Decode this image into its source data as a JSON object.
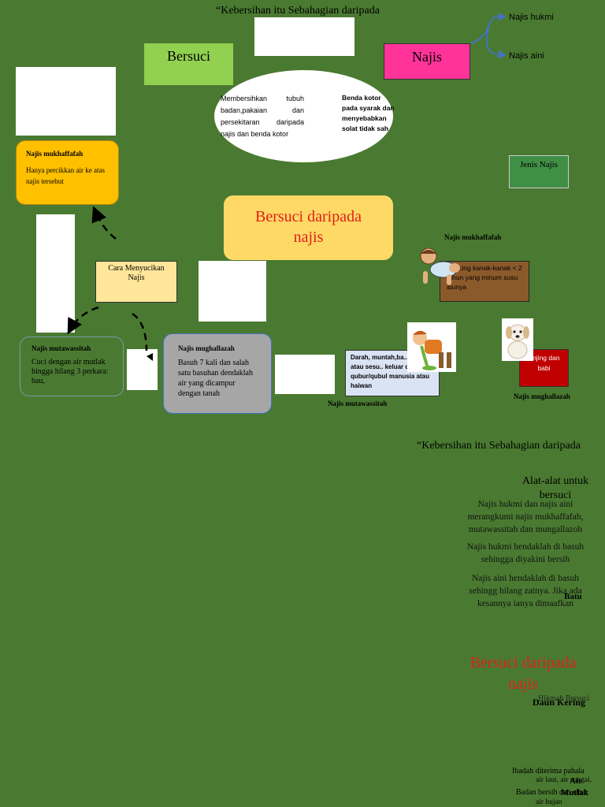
{
  "top_quote": "“Kebersihan itu Sebahagian daripada",
  "bersuci_label": "Bersuci",
  "najis_label": "Najis",
  "najis_types": {
    "hukmi": "Najis hukmi",
    "aini": "Najis aini"
  },
  "oval": {
    "left": "Membersihkan tubuh badan,pakaian dan persekitaran daripada najis dan benda kotor",
    "right": "Benda kotor pada syarak dan menyebabkan solat tidak sah"
  },
  "center_title": "Bersuci daripada najis",
  "jenis_najis": "Jenis Najis",
  "cara": "Cara Menyucikan Najis",
  "boxes": {
    "mukhaffafah": {
      "title": "Najis mukhaffafah",
      "body": "Hanya percikkan air ke atas najis tersebut"
    },
    "mutawassitah": {
      "title": "Najis mutawassitah",
      "body": "Cuci dengan air mutlak hingga hilang 3 perkara: bau,"
    },
    "mughallazah": {
      "title": "Najis mughallazah",
      "body": "Basuh 7 kali dan salah satu basuhan dendaklah air yang dicampur dengan tanah"
    }
  },
  "examples": {
    "mukhaffafah_title": "Najis mukhaffafah",
    "mukhaffafah_body": "Kencing kanak-kanak < 2 tahun yang minum susu ibunya",
    "mutawassitah_body": "Darah, muntah,ba.. haiwan atau sesu.. keluar dari qubur/qubul manusia atau haiwan",
    "mutawassitah_title": "Najis mutawassitah",
    "mughallazah_body": "Anjing dan babi",
    "mughallazah_title": "Najis mughallazah"
  },
  "second_quote": "“Kebersihan itu Sebahagian daripada",
  "alat": "Alat-alat untuk bersuci",
  "notes": [
    "Najis hukmi dan najis aini merangkumi najis mukhaffafah, mutawassitah dan mungallazoh",
    "Najis hukmi hendaklah di basuh sehingga diyakini bersih",
    "Najis aini hendaklah di basuh sehingg hilang zatnya. Jika ada kesannya ianya dimaafkan"
  ],
  "batu": "Batu",
  "bottom_title": "Bersuci daripada najis",
  "daun_kering": "Daun Kering",
  "hikmah": "Hikmah Bersuci",
  "bottom_lines": [
    "Ibadah diterima pahala",
    "air laut, air sungai,",
    "Air",
    "Mutlak",
    "Badan bersih dan sihat",
    "air hujan"
  ]
}
